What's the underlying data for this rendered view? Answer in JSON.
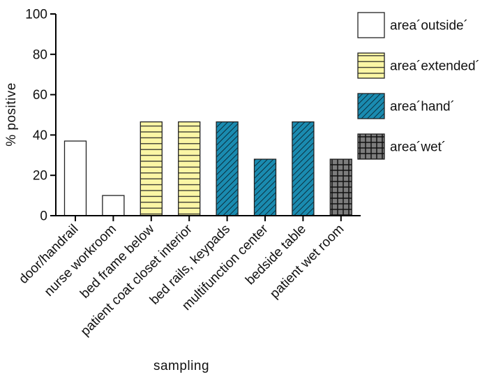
{
  "chart_data": {
    "type": "bar",
    "title": "",
    "xlabel": "sampling",
    "ylabel": "% positive",
    "ylim": [
      0,
      100
    ],
    "yticks": [
      0,
      20,
      40,
      60,
      80,
      100
    ],
    "categories": [
      "door/handrail",
      "nurse workroom",
      "bed frame below",
      "patient coat closet interior",
      "bed rails, keypads",
      "multifunction center",
      "bedside table",
      "patient wet room"
    ],
    "values": [
      37,
      10,
      46.5,
      46.5,
      46.5,
      28,
      46.5,
      28
    ],
    "bar_area": [
      "outside",
      "outside",
      "extended",
      "extended",
      "hand",
      "hand",
      "hand",
      "wet"
    ],
    "grid": false,
    "legend_position": "top-right",
    "legend": [
      {
        "key": "outside",
        "label": "area´outside´",
        "color": "#ffffff",
        "pattern": "none"
      },
      {
        "key": "extended",
        "label": "area´extended´",
        "color": "#fbf6a5",
        "pattern": "horizontal-lines"
      },
      {
        "key": "hand",
        "label": "area´hand´",
        "color": "#1a8bb0",
        "pattern": "diagonal-lines"
      },
      {
        "key": "wet",
        "label": "area´wet´",
        "color": "#7d7d7d",
        "pattern": "grid"
      }
    ]
  }
}
